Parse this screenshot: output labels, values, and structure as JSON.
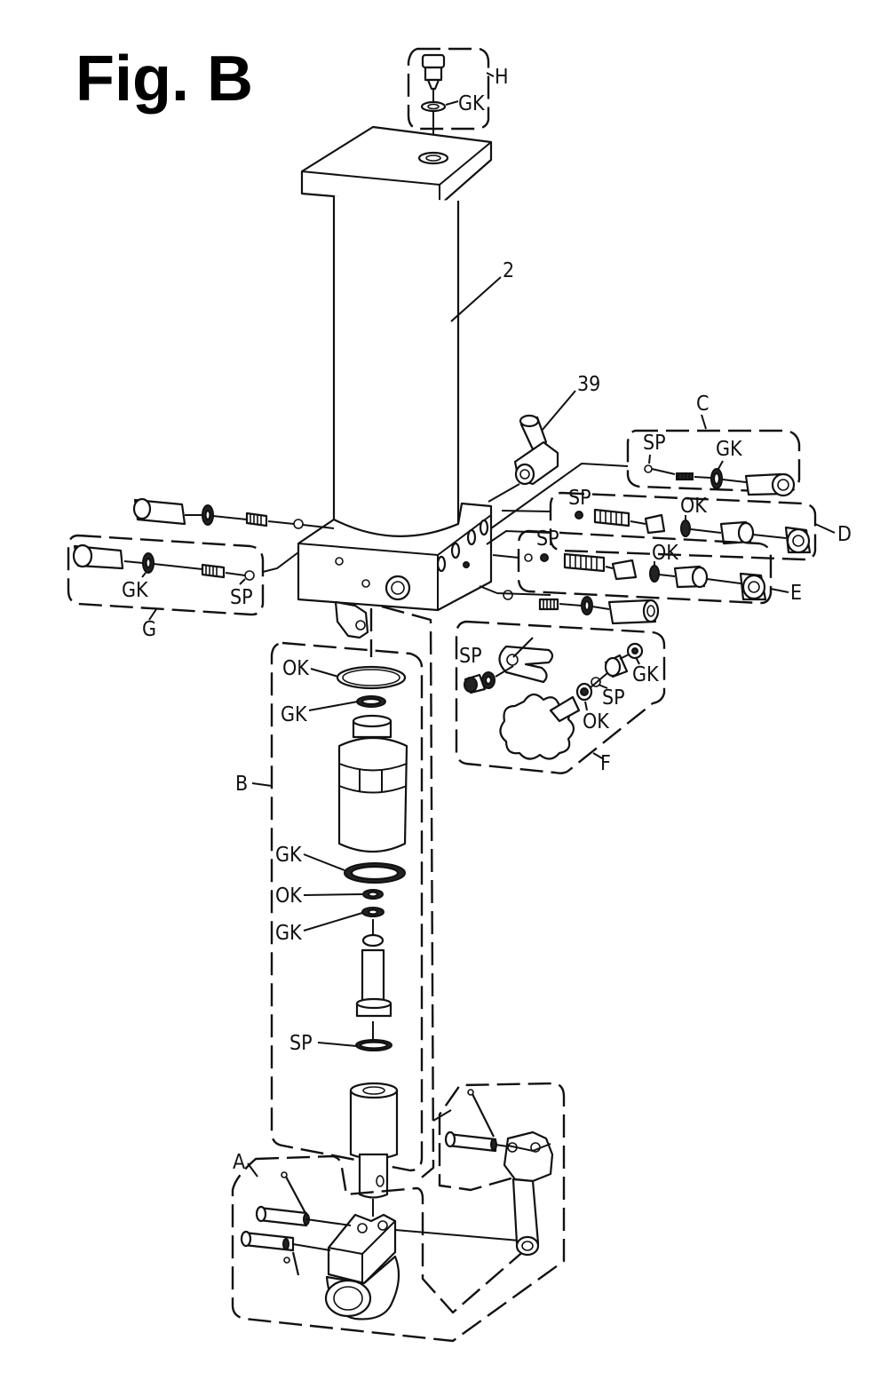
{
  "figure": {
    "title": "Fig. B",
    "labels": {
      "H": "H",
      "GK_top": "GK",
      "n2": "2",
      "n39": "39",
      "C": "C",
      "C_SP": "SP",
      "C_GK": "GK",
      "D": "D",
      "D_SP": "SP",
      "D_OK": "OK",
      "E": "E",
      "E_SP": "SP",
      "E_OK": "OK",
      "G": "G",
      "G_GK": "GK",
      "G_SP": "SP",
      "F": "F",
      "F_SP1": "SP",
      "F_SP2": "SP",
      "F_GK": "GK",
      "F_OK": "OK",
      "B": "B",
      "B_OK1": "OK",
      "B_GK1": "GK",
      "B_GK2": "GK",
      "B_OK2": "OK",
      "B_GK3": "GK",
      "B_SP": "SP",
      "A": "A"
    }
  }
}
